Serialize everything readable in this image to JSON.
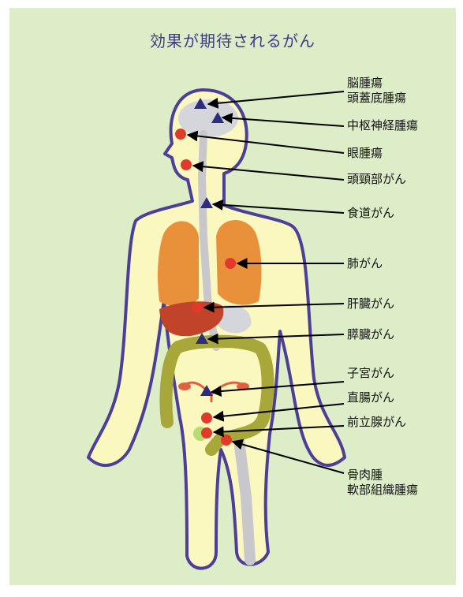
{
  "title": "効果が期待されるがん",
  "labels": [
    {
      "id": "brain-tumor",
      "line1": "脳腫瘍",
      "line2": "頭蓋底腫瘍"
    },
    {
      "id": "cns-tumor",
      "line1": "中枢神経腫瘍"
    },
    {
      "id": "eye-tumor",
      "line1": "眼腫瘍"
    },
    {
      "id": "head-neck",
      "line1": "頭頸部がん"
    },
    {
      "id": "esophageal",
      "line1": "食道がん"
    },
    {
      "id": "lung",
      "line1": "肺がん"
    },
    {
      "id": "liver",
      "line1": "肝臓がん"
    },
    {
      "id": "pancreatic",
      "line1": "膵臓がん"
    },
    {
      "id": "uterine",
      "line1": "子宮がん"
    },
    {
      "id": "rectal",
      "line1": "直腸がん"
    },
    {
      "id": "prostate",
      "line1": "前立腺がん"
    },
    {
      "id": "bone-soft-tissue",
      "line1": "骨肉腫",
      "line2": "軟部組織腫瘍"
    }
  ],
  "colors": {
    "background": "#dcedc8",
    "body_fill": "#fbf8bf",
    "body_outline": "#4b3f98",
    "marker_red": "#e03a2a",
    "marker_navy": "#2e2c7e",
    "lung": "#e8903a",
    "liver": "#c0432a",
    "colon": "#a8a83a",
    "bone_gray": "#c8c8cc"
  },
  "icons": {
    "circle_marker": "red-circle-marker",
    "triangle_marker": "navy-triangle-marker"
  }
}
